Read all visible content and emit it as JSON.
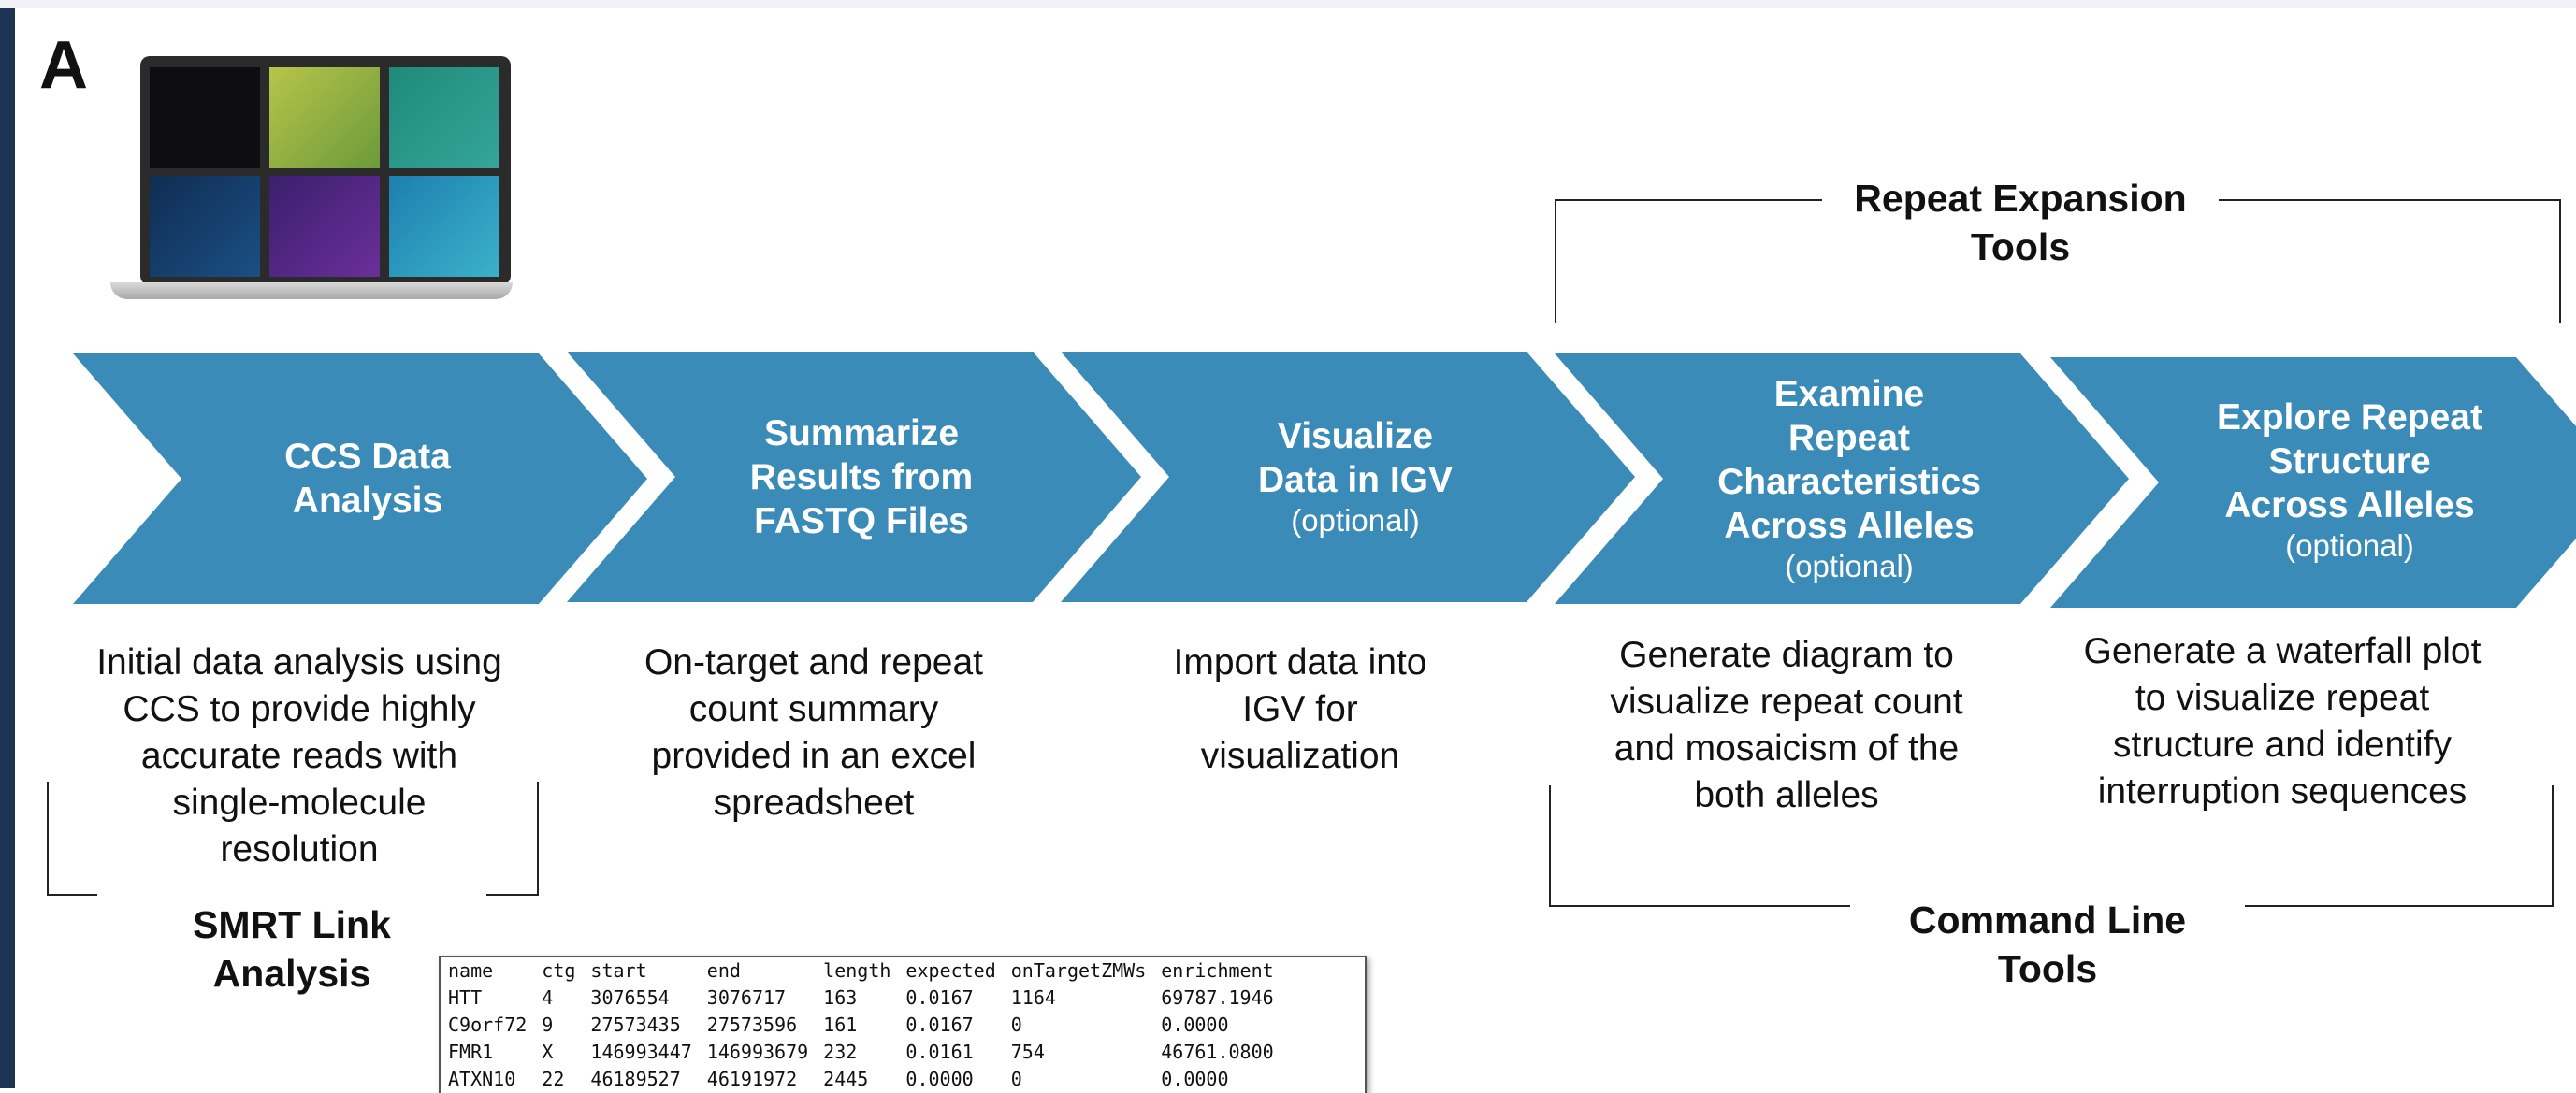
{
  "panel_label": "A",
  "colors": {
    "chevron": "#3a8bb7",
    "sidebar": "#1d3354"
  },
  "laptop": {
    "icon": "laptop-with-smrt-link-screen-icon"
  },
  "steps": [
    {
      "title": [
        "CCS Data",
        "Analysis"
      ],
      "optional": "",
      "description": [
        "Initial data analysis using",
        "CCS to provide highly",
        "accurate reads with",
        "single-molecule",
        "resolution"
      ]
    },
    {
      "title": [
        "Summarize",
        "Results from",
        "FASTQ Files"
      ],
      "optional": "",
      "description": [
        "On-target and repeat",
        "count summary",
        "provided in an excel",
        "spreadsheet"
      ]
    },
    {
      "title": [
        "Visualize",
        "Data in IGV"
      ],
      "optional": "(optional)",
      "description": [
        "Import data into",
        "IGV for",
        "visualization"
      ]
    },
    {
      "title": [
        "Examine",
        "Repeat",
        "Characteristics",
        "Across Alleles"
      ],
      "optional": "(optional)",
      "description": [
        "Generate diagram to",
        "visualize repeat count",
        "and mosaicism of the",
        "both alleles"
      ]
    },
    {
      "title": [
        "Explore Repeat",
        "Structure",
        "Across Alleles"
      ],
      "optional": "(optional)",
      "description": [
        "Generate a waterfall plot",
        "to visualize repeat",
        "structure and identify",
        "interruption sequences"
      ]
    }
  ],
  "groups": {
    "smrt_link": [
      "SMRT Link",
      "Analysis"
    ],
    "repeat_expansion": [
      "Repeat Expansion",
      "Tools"
    ],
    "command_line": [
      "Command Line",
      "Tools"
    ]
  },
  "table": {
    "headers": [
      "name",
      "ctg",
      "start",
      "end",
      "length",
      "expected",
      "onTargetZMWs",
      "enrichment"
    ],
    "rows": [
      [
        "HTT",
        "4",
        "3076554",
        "3076717",
        "163",
        "0.0167",
        "1164",
        "69787.1946"
      ],
      [
        "C9orf72",
        "9",
        "27573435",
        "27573596",
        "161",
        "0.0167",
        "0",
        "0.0000"
      ],
      [
        "FMR1",
        "X",
        "146993447",
        "146993679",
        "232",
        "0.0161",
        "754",
        "46761.0800"
      ],
      [
        "ATXN10",
        "22",
        "46189527",
        "46191972",
        "2445",
        "0.0000",
        "0",
        "0.0000"
      ]
    ]
  }
}
